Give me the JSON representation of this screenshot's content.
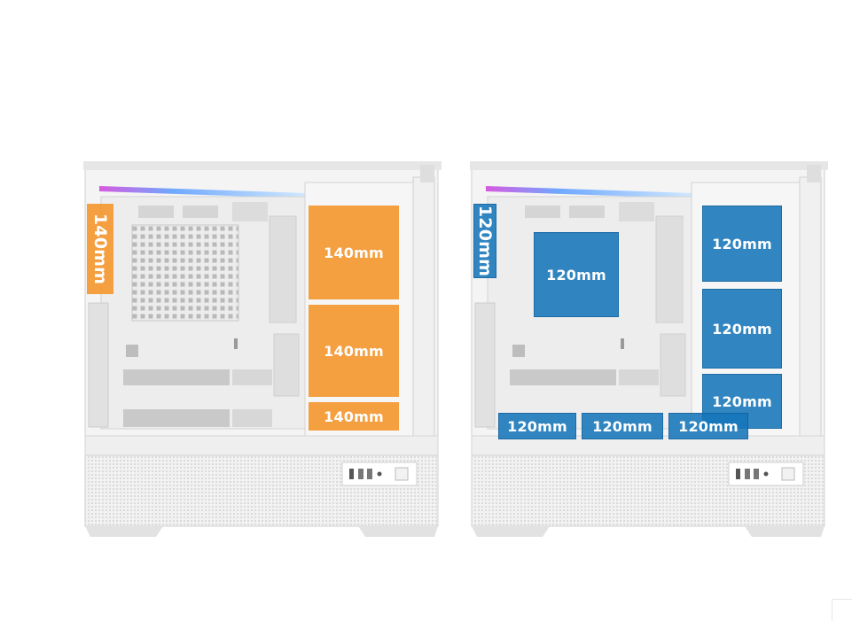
{
  "left_case": {
    "side_fan": "140mm",
    "front_fans": [
      "140mm",
      "140mm",
      "140mm"
    ]
  },
  "right_case": {
    "side_fan": "120mm",
    "mobo_fan": "120mm",
    "front_fans": [
      "120mm",
      "120mm",
      "120mm"
    ],
    "bottom_fans": [
      "120mm",
      "120mm",
      "120mm"
    ]
  },
  "colors": {
    "orange": "#f4962c",
    "blue": "#1676ba",
    "frame": "#e9e9e9"
  }
}
